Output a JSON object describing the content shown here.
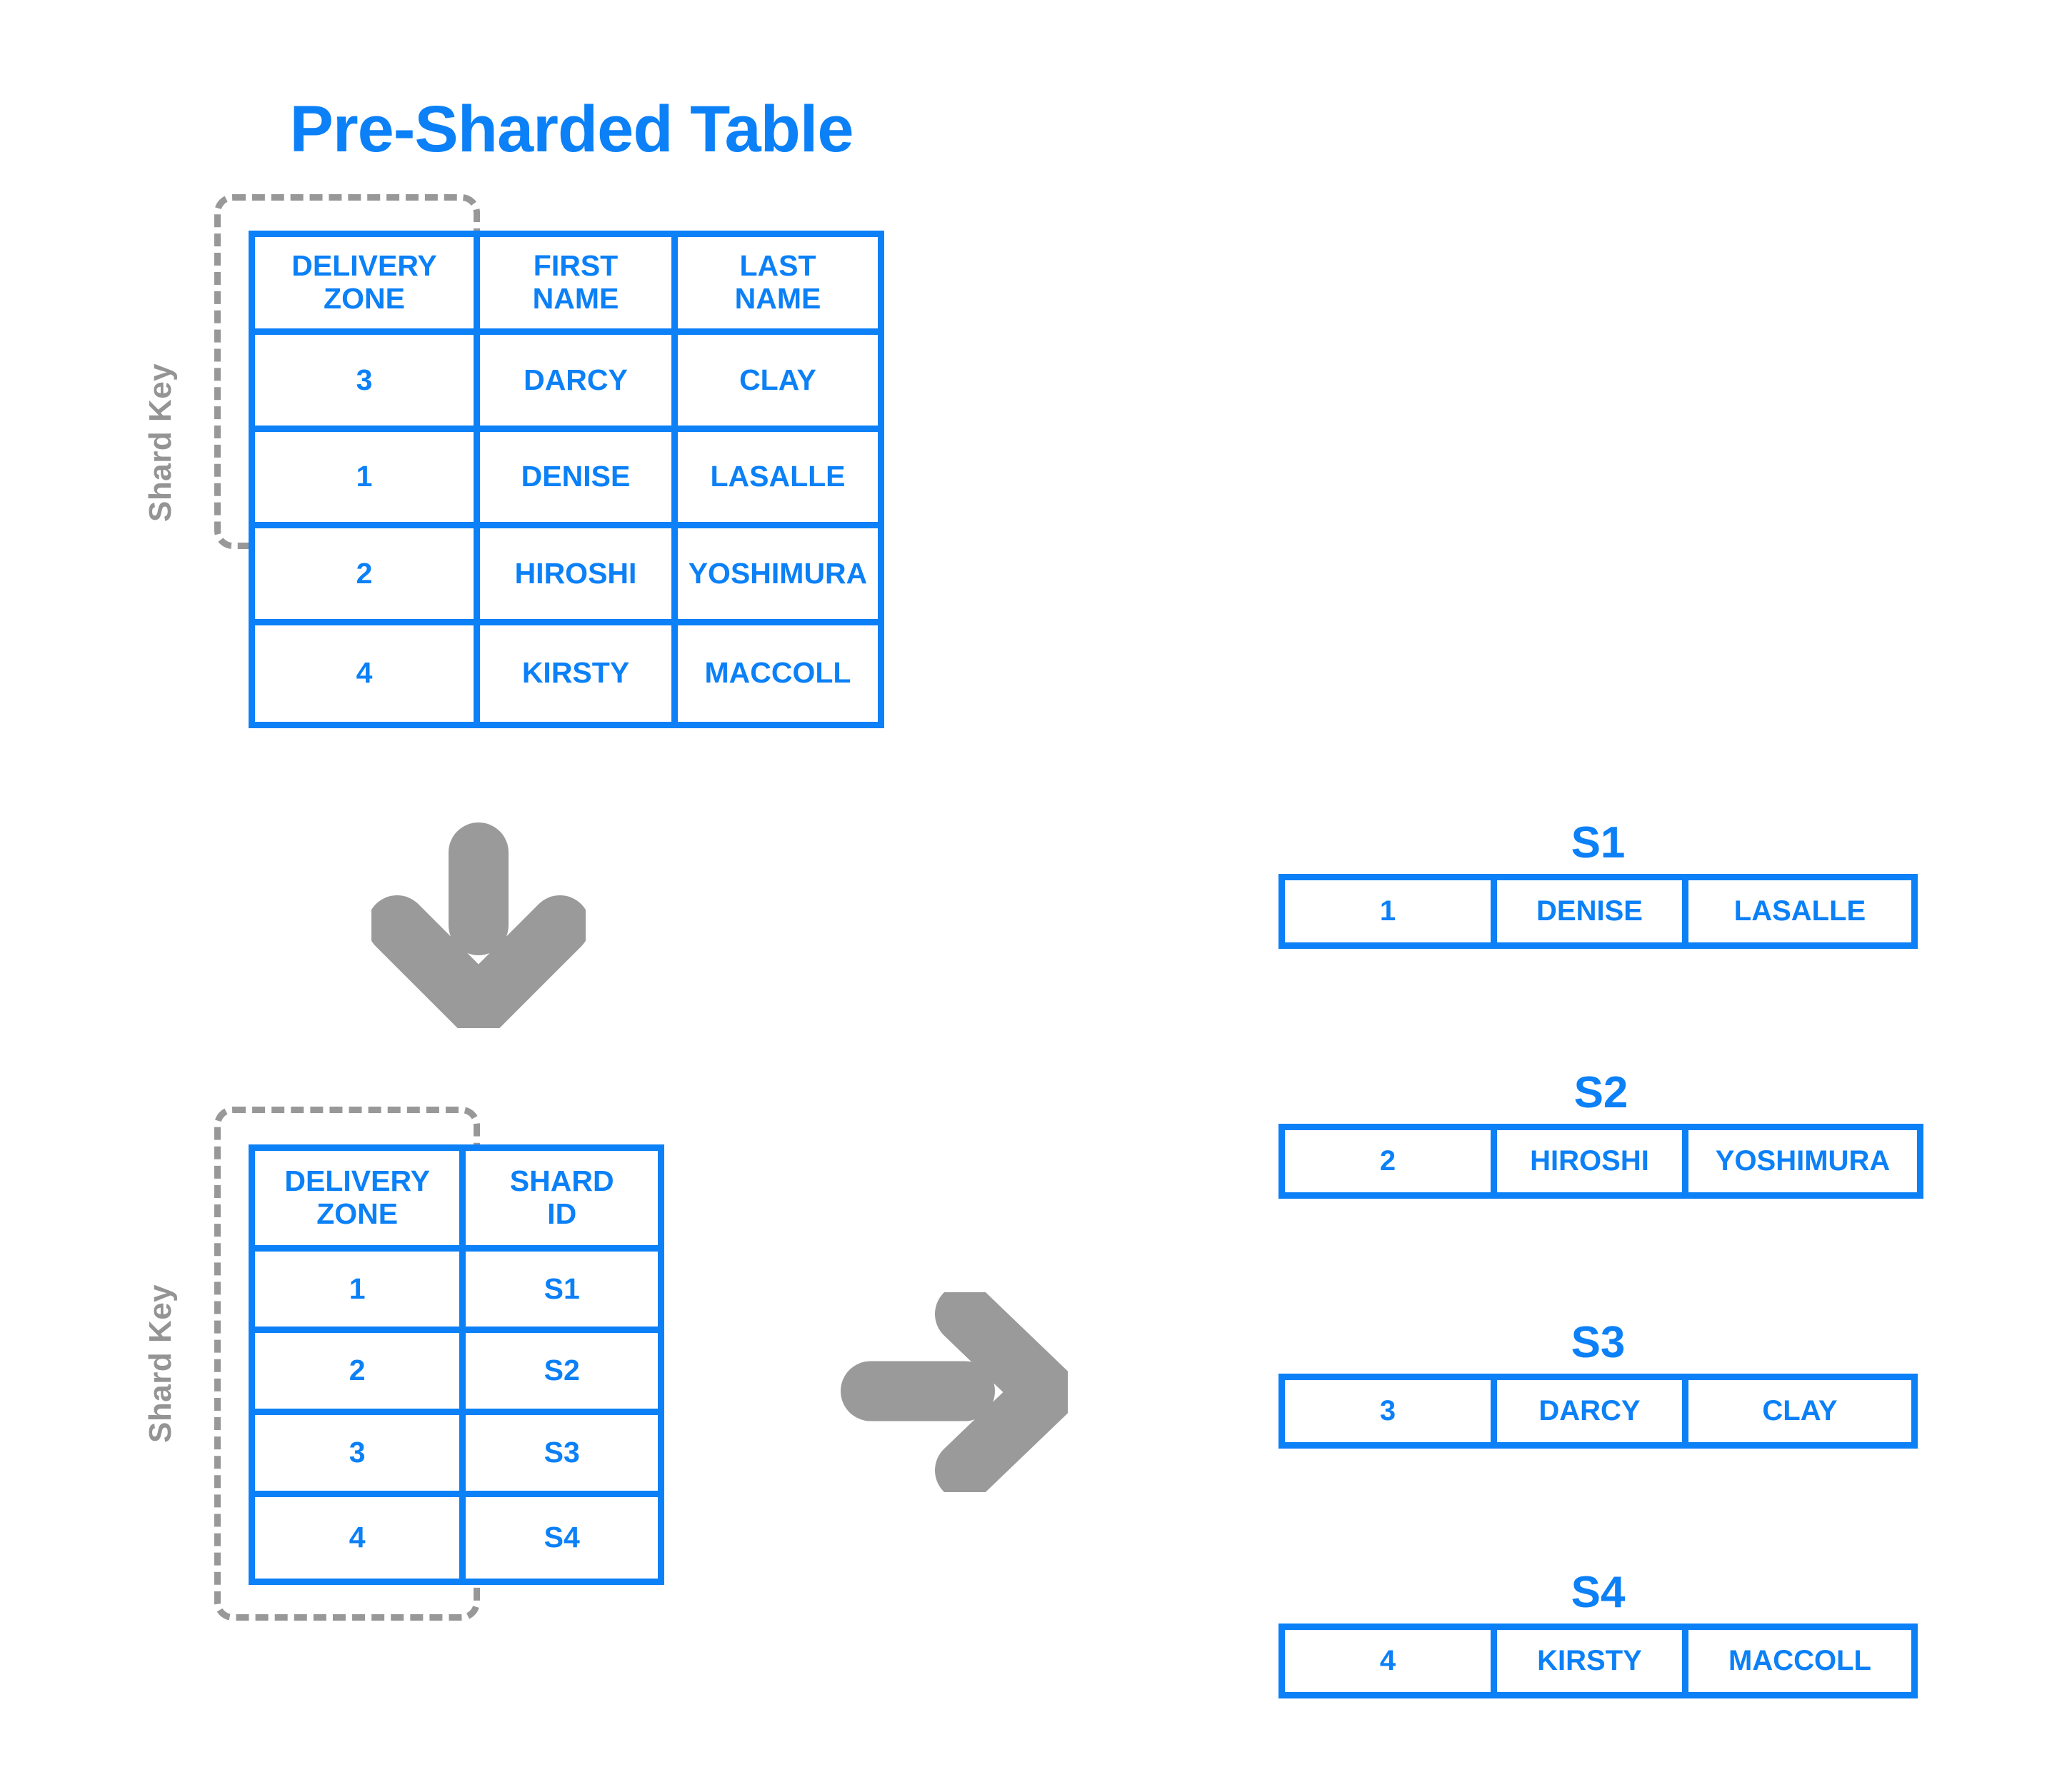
{
  "title": "Pre-Sharded Table",
  "colors": {
    "accent_blue": "#0b80f7",
    "gray": "#949494"
  },
  "shard_key_label": "Shard Key",
  "presharded_table": {
    "name": "pre-sharded-table",
    "columns": [
      "DELIVERY\nZONE",
      "FIRST\nNAME",
      "LAST\nNAME"
    ],
    "rows": [
      [
        "3",
        "DARCY",
        "CLAY"
      ],
      [
        "1",
        "DENISE",
        "LASALLE"
      ],
      [
        "2",
        "HIROSHI",
        "YOSHIMURA"
      ],
      [
        "4",
        "KIRSTY",
        "MACCOLL"
      ]
    ]
  },
  "lookup_table": {
    "name": "shard-lookup-table",
    "columns": [
      "DELIVERY\nZONE",
      "SHARD\nID"
    ],
    "rows": [
      [
        "1",
        "S1"
      ],
      [
        "2",
        "S2"
      ],
      [
        "3",
        "S3"
      ],
      [
        "4",
        "S4"
      ]
    ]
  },
  "shards": [
    {
      "label": "S1",
      "cells": [
        "1",
        "DENISE",
        "LASALLE"
      ]
    },
    {
      "label": "S2",
      "cells": [
        "2",
        "HIROSHI",
        "YOSHIMURA"
      ]
    },
    {
      "label": "S3",
      "cells": [
        "3",
        "DARCY",
        "CLAY"
      ]
    },
    {
      "label": "S4",
      "cells": [
        "4",
        "KIRSTY",
        "MACCOLL"
      ]
    }
  ],
  "arrows": {
    "down": "down-arrow",
    "right": "right-arrow"
  }
}
